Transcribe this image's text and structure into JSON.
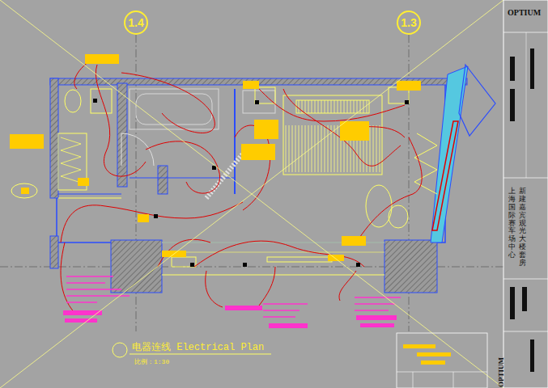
{
  "diagram": {
    "title": "电器连线 Electrical Plan",
    "nodes": [
      {
        "text": [
          "1.4"
        ]
      },
      {
        "text": [
          "1.3"
        ]
      }
    ],
    "labels": [
      "比例：1:30",
      "OPTIUM",
      "OPTIUM",
      "上海国际赛车场中心",
      "新建嘉宾观光大楼套房"
    ]
  }
}
